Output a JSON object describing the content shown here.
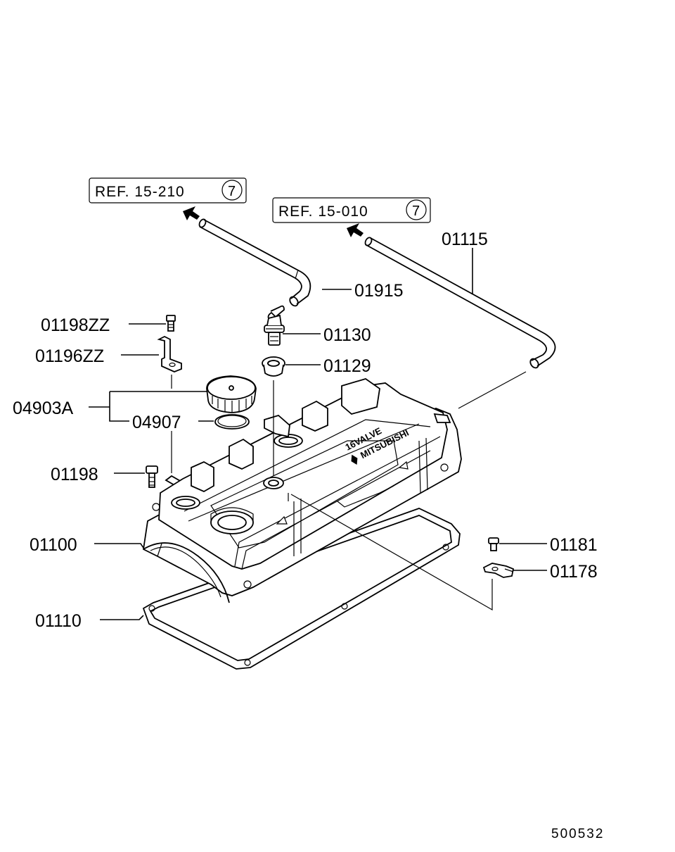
{
  "refs": [
    {
      "text": "REF. 15-210",
      "circle": "7"
    },
    {
      "text": "REF. 15-010",
      "circle": "7"
    }
  ],
  "parts": {
    "p01115": "01115",
    "p01915": "01915",
    "p01198ZZ": "01198ZZ",
    "p01196ZZ": "01196ZZ",
    "p01130": "01130",
    "p01129": "01129",
    "p04903A": "04903A",
    "p04907": "04907",
    "p01198": "01198",
    "p01100": "01100",
    "p01181": "01181",
    "p01178": "01178",
    "p01110": "01110"
  },
  "cover_markings": {
    "line1": "16VALVE",
    "line2": "MITSUBISHI"
  },
  "diagram_code": "500532"
}
